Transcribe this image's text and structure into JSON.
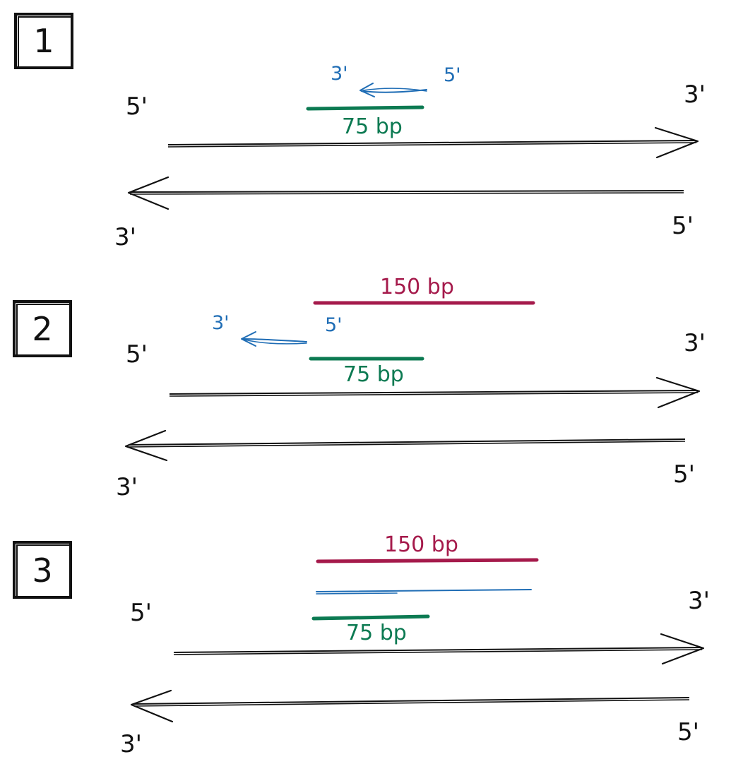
{
  "steps": [
    {
      "number": "1",
      "top_strand": {
        "left_end": "5'",
        "right_end": "3'"
      },
      "bottom_strand": {
        "left_end": "3'",
        "right_end": "5'"
      },
      "primer": {
        "left_end": "3'",
        "right_end": "5'"
      },
      "green_segment_label": "75 bp"
    },
    {
      "number": "2",
      "top_strand": {
        "left_end": "5'",
        "right_end": "3'"
      },
      "bottom_strand": {
        "left_end": "3'",
        "right_end": "5'"
      },
      "primer": {
        "left_end": "3'",
        "right_end": "5'"
      },
      "green_segment_label": "75 bp",
      "red_segment_label": "150 bp"
    },
    {
      "number": "3",
      "top_strand": {
        "left_end": "5'",
        "right_end": "3'"
      },
      "bottom_strand": {
        "left_end": "3'",
        "right_end": "5'"
      },
      "green_segment_label": "75 bp",
      "red_segment_label": "150 bp"
    }
  ],
  "colors": {
    "strand": "#111111",
    "primer": "#1f6db5",
    "green_segment": "#0c7a52",
    "red_segment": "#a51a4b"
  }
}
